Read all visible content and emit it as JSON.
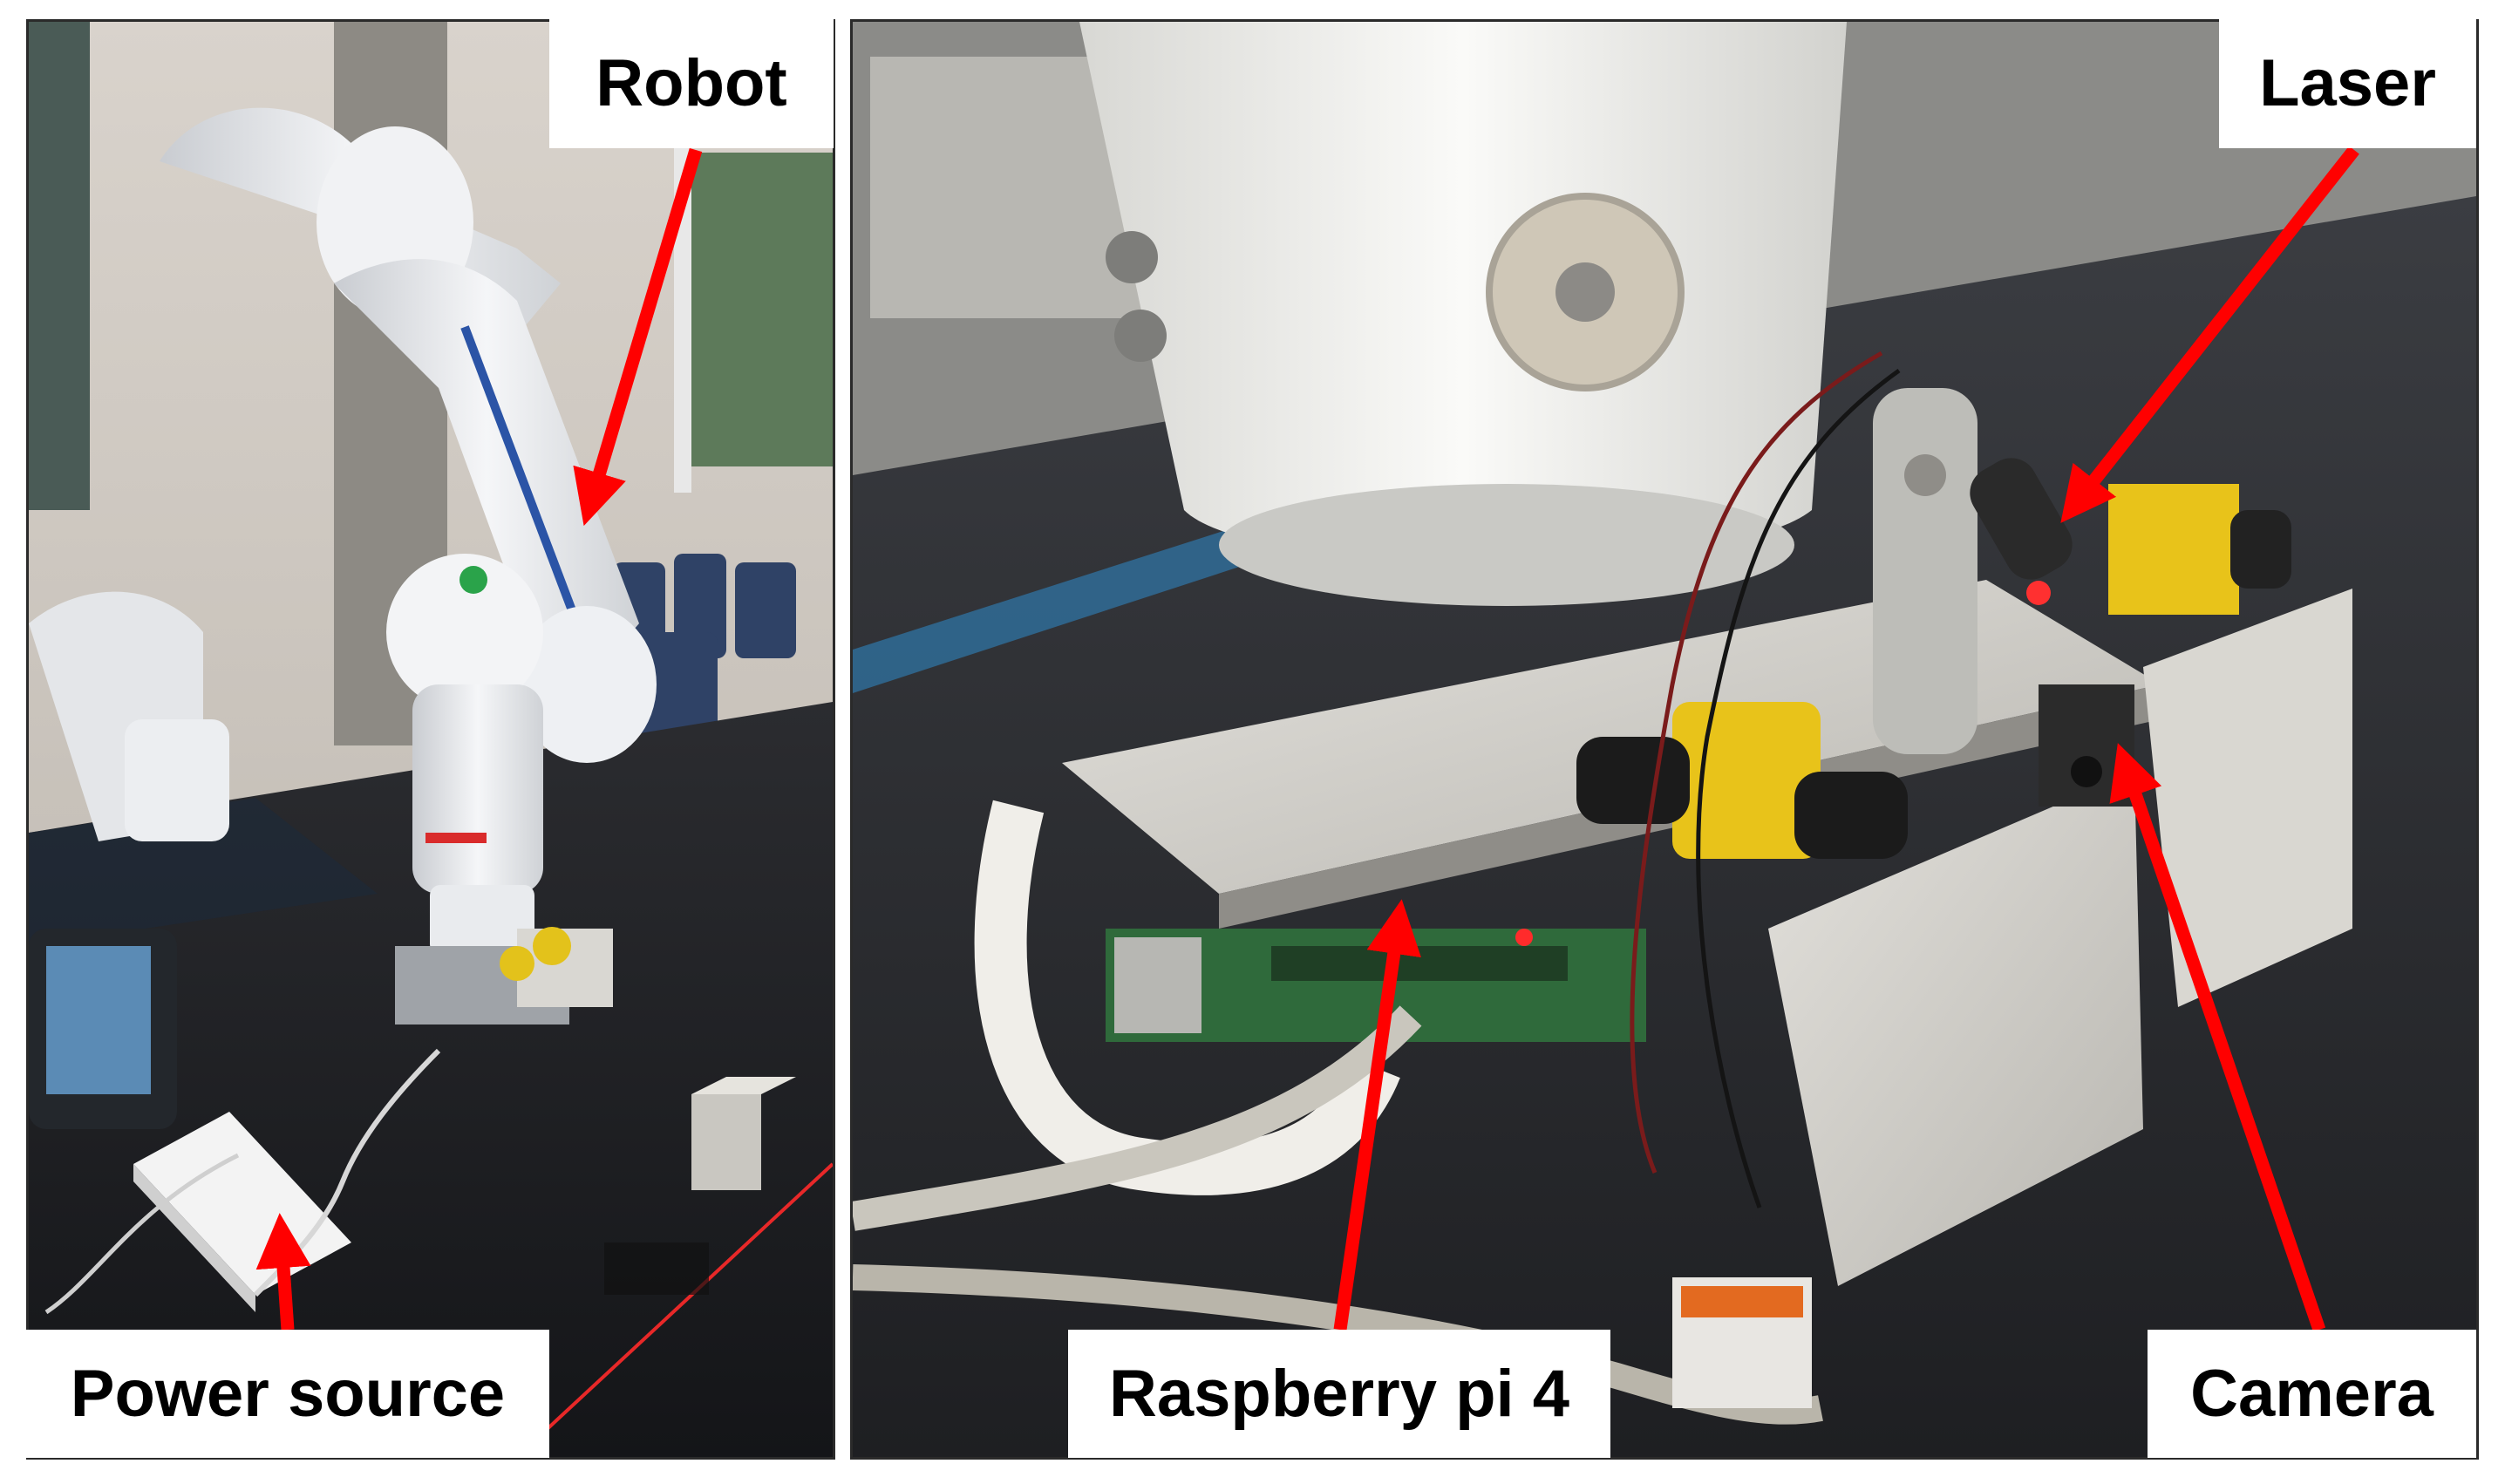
{
  "labels": {
    "robot": "Robot",
    "power_source": "Power source",
    "laser": "Laser",
    "raspberry_pi": "Raspberry pi 4",
    "camera": "Camera"
  },
  "colors": {
    "arrow": "#ff0000",
    "label_bg": "#ffffff",
    "label_text": "#000000",
    "frame": "#2a2a2a"
  },
  "icons": {
    "arrow": "red-arrow-icon"
  }
}
